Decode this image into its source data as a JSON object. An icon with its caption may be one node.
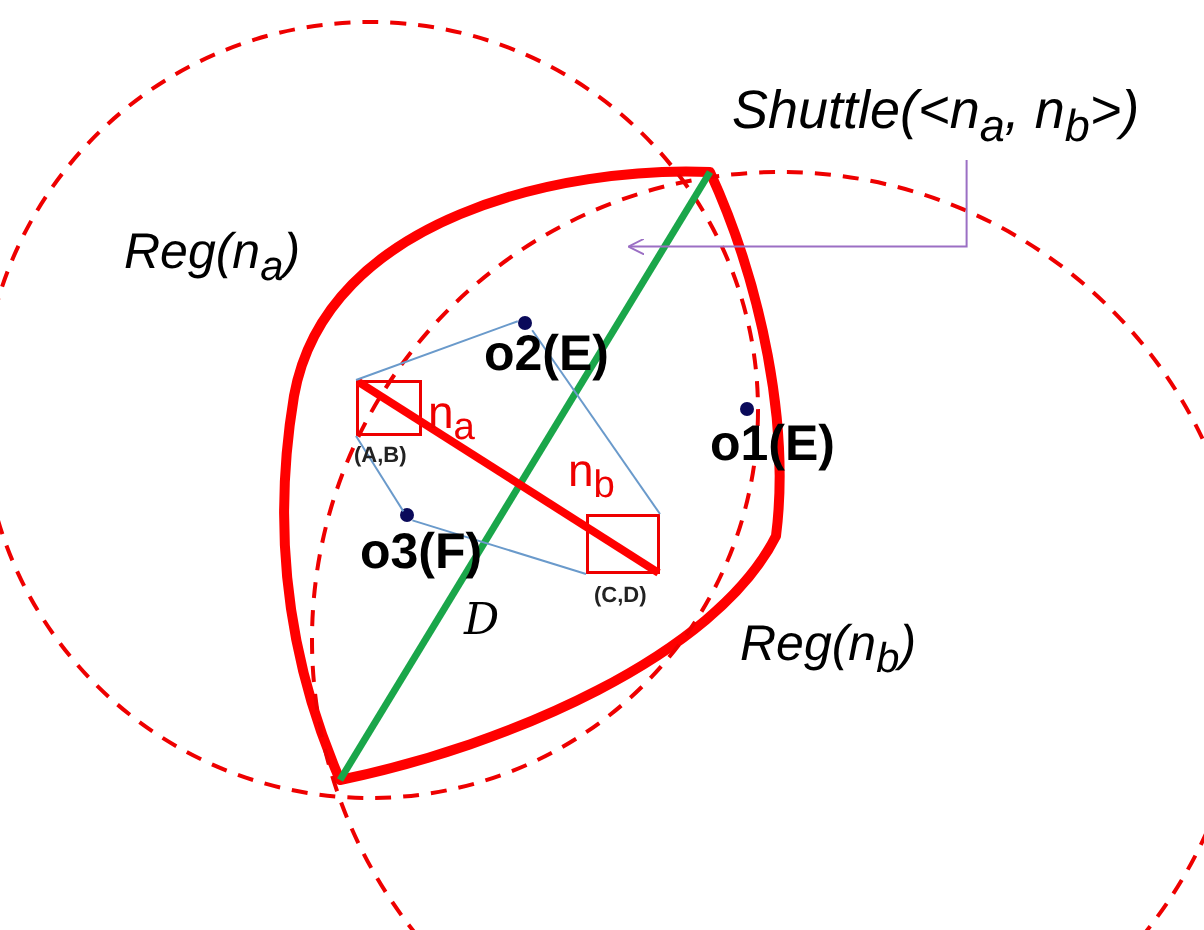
{
  "diagram": {
    "nodes": [
      {
        "text": [
          "Shuttle(<n$_{a}$, n$_{b}$>)"
        ]
      },
      {
        "text": [],
        "shape": "cloud"
      },
      {
        "text": [],
        "shape": "circle",
        "beside": [
          "o2(E)"
        ],
        "in": 1
      },
      {
        "text": [],
        "shape": "box",
        "beside": [
          "n$_{a}$",
          "(A,B)"
        ],
        "in": 1
      },
      {
        "text": [],
        "shape": "circle",
        "beside": [
          "o1(E)"
        ],
        "in": 1
      },
      {
        "text": [],
        "shape": "box",
        "beside": [
          "n$_{b}$",
          "(C,D)"
        ],
        "in": 1
      },
      {
        "text": [],
        "shape": "circle",
        "beside": [
          "o3(F)"
        ],
        "in": 1
      }
    ],
    "edges": [
      {
        "from": 0,
        "to": 1,
        "arrow": "to",
        "color": "#9b6fc4"
      },
      {
        "from": 3,
        "to": 5,
        "arrow": "none",
        "style": "thick",
        "color": "#ff0000"
      },
      {
        "from": 3,
        "to": 2,
        "arrow": "none"
      },
      {
        "from": 2,
        "to": 5,
        "arrow": "none"
      },
      {
        "from": 3,
        "to": 6,
        "arrow": "none"
      },
      {
        "from": 6,
        "to": 5,
        "arrow": "none"
      }
    ],
    "labels": [
      "Reg(n$_{a}$)",
      "D",
      "Reg(n$_{b}$)"
    ]
  }
}
